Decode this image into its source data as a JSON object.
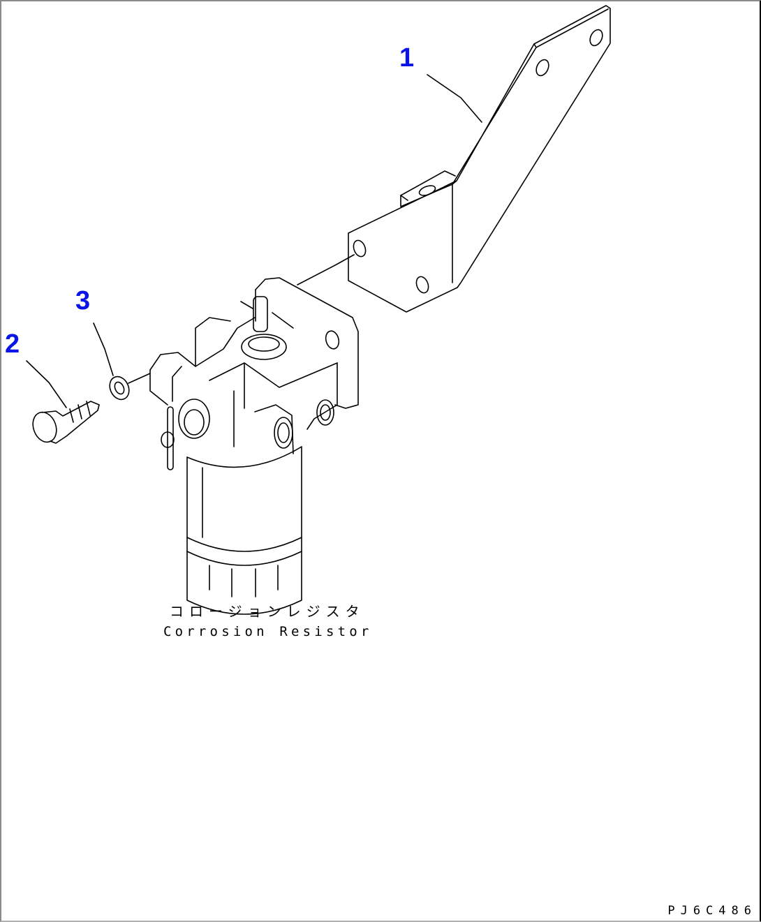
{
  "diagram": {
    "type": "exploded parts diagram",
    "callouts": [
      {
        "number": "1",
        "part": "bracket"
      },
      {
        "number": "2",
        "part": "bolt"
      },
      {
        "number": "3",
        "part": "washer"
      }
    ],
    "assembly_label_jp": "コロージョンレジスタ",
    "assembly_label_en": "Corrosion Resistor",
    "drawing_id": "PJ6C486",
    "callout_color": "#0a14e6"
  }
}
